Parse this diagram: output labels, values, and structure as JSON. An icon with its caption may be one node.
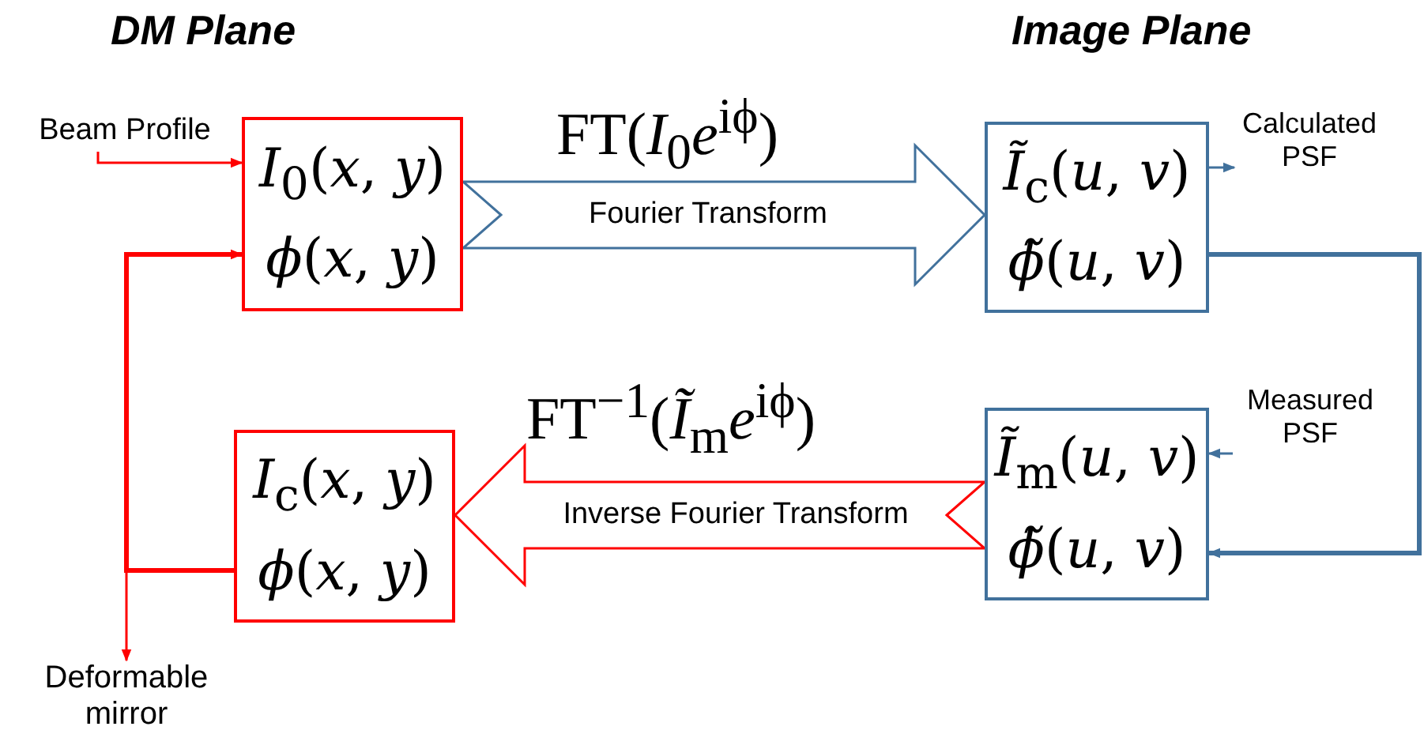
{
  "diagram": {
    "nodes": [
      {
        "text": [
          "*I*$_{0}$(*x*, *y*)",
          "*ϕ*(*x*, *y*)"
        ]
      },
      {
        "text": [
          "*Ĩ*$_{c}$(*u*, *v*)",
          "*ϕ̃*(*u*, *v*)"
        ]
      },
      {
        "text": [
          "*Ĩ*$_{m}$(*u*, *v*)",
          "*ϕ̃*(*u*, *v*)"
        ]
      },
      {
        "text": [
          "*I*$_{c}$(*x*, *y*)",
          "*ϕ*(*x*, *y*)"
        ]
      },
      {
        "text": [
          "Beam Profile"
        ]
      },
      {
        "text": [
          "Calculated PSF"
        ]
      },
      {
        "text": [
          "Measured PSF"
        ]
      },
      {
        "text": [
          "Deformable mirror"
        ]
      }
    ],
    "edges": [
      {
        "from": 4,
        "to": 0,
        "arrow": "to",
        "color": "#ff0000"
      },
      {
        "from": 0,
        "to": 1,
        "arrow": "to",
        "label": "Fourier Transform",
        "style": "thick",
        "color": "#41719c"
      },
      {
        "from": 1,
        "to": 5,
        "arrow": "to",
        "color": "#41719c"
      },
      {
        "from": 1,
        "to": 2,
        "arrow": "to",
        "style": "thick",
        "color": "#41719c"
      },
      {
        "from": 6,
        "to": 2,
        "arrow": "to",
        "color": "#41719c"
      },
      {
        "from": 2,
        "to": 3,
        "arrow": "to",
        "label": "Inverse Fourier Transform",
        "style": "thick",
        "color": "#ff0000"
      },
      {
        "from": 3,
        "to": 0,
        "arrow": "to",
        "style": "thick",
        "color": "#ff0000"
      },
      {
        "from": 3,
        "to": 7,
        "arrow": "to",
        "color": "#ff0000"
      }
    ],
    "labels": [
      "DM Plane",
      "Image Plane",
      "FT(*I*$_{0}$*e*$^{iϕ}$)",
      "FT$^{−1}$(*Ĩ*$_{m}$*e*$^{iϕ}$)"
    ]
  }
}
